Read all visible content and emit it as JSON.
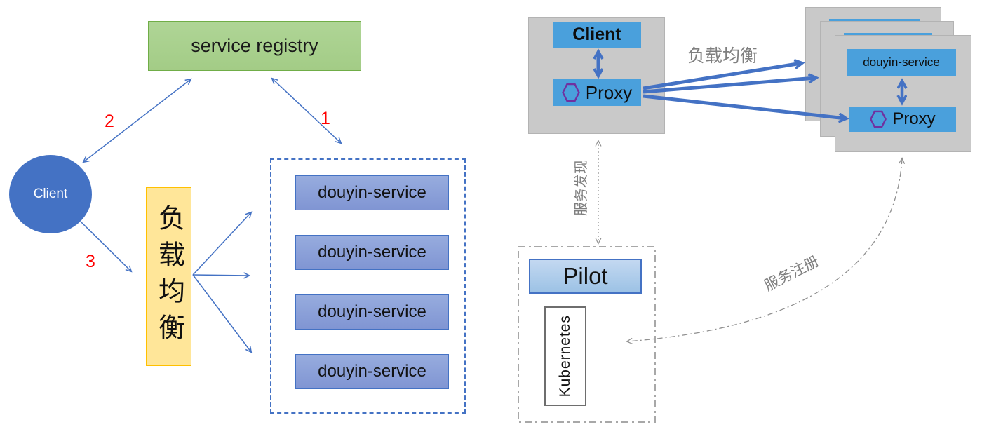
{
  "colors": {
    "accent_blue": "#4472C4",
    "periwinkle_service_box": "#8FAADC",
    "sky_blue_box": "#4AA0DC",
    "registry_green": "#A9D18E",
    "registry_green_border": "#70AD47",
    "load_balancer_orange": "#FFE699",
    "load_balancer_orange_border": "#FFC000",
    "pod_gray": "#C9C9C9",
    "label_gray": "#7F7F7F",
    "step_number_red": "#FF0000",
    "hexagon_purple": "#7030A0",
    "pilot_blue": "#9CC2E5"
  },
  "left": {
    "registry_label": "service registry",
    "client_label": "Client",
    "lb_label": "负载均衡",
    "steps": {
      "s1": "1",
      "s2": "2",
      "s3": "3"
    },
    "services": [
      "douyin-service",
      "douyin-service",
      "douyin-service",
      "douyin-service"
    ]
  },
  "right": {
    "client_label": "Client",
    "proxy_label": "Proxy",
    "lb_label": "负载均衡",
    "discovery_label": "服务发现",
    "register_label": "服务注册",
    "service_label": "douyin-service",
    "service_proxy_label": "Proxy",
    "pilot_label": "Pilot",
    "k8s_label": "Kubernetes"
  }
}
